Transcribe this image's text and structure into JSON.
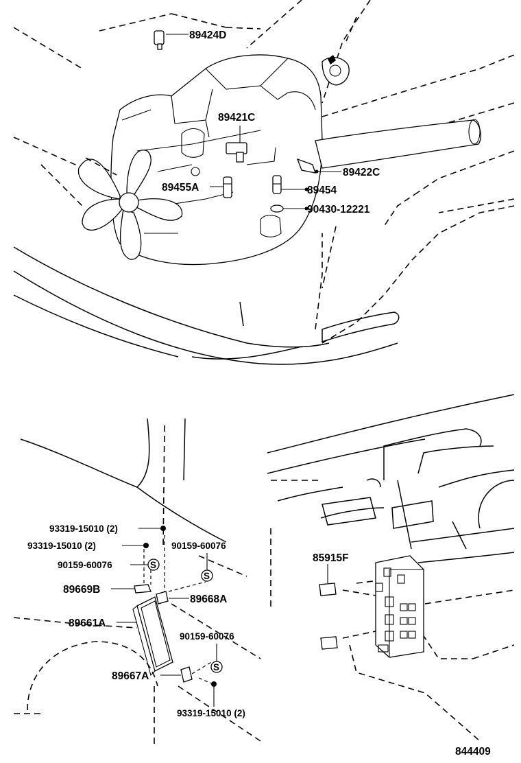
{
  "callouts": {
    "p89424D": "89424D",
    "p89421C": "89421C",
    "p89422C": "89422C",
    "p89455A": "89455A",
    "p89454": "89454",
    "p90430": "90430-12221",
    "p85915F": "85915F",
    "p93319a": "93319-15010 (2)",
    "p93319b": "93319-15010 (2)",
    "p90159a": "90159-60076",
    "p90159b": "90159-60076",
    "p90159c": "90159-60076",
    "p89669B": "89669B",
    "p89668A": "89668A",
    "p89661A": "89661A",
    "p89667A": "89667A",
    "p93319c": "93319-15010 (2)"
  },
  "marker_s": "S",
  "diagram_code": "844409"
}
